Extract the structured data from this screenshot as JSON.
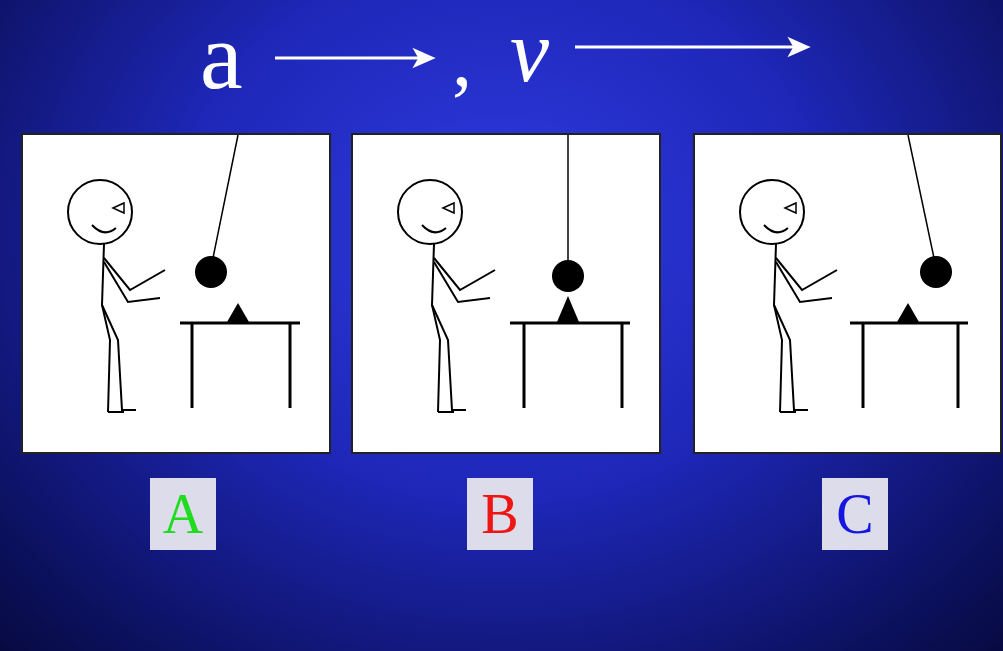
{
  "diagram": {
    "nodes": [
      {
        "text": [
          "A"
        ]
      },
      {
        "text": [
          "B"
        ]
      },
      {
        "text": [
          "C"
        ]
      }
    ],
    "labels": [
      "a",
      ",",
      "v"
    ]
  }
}
